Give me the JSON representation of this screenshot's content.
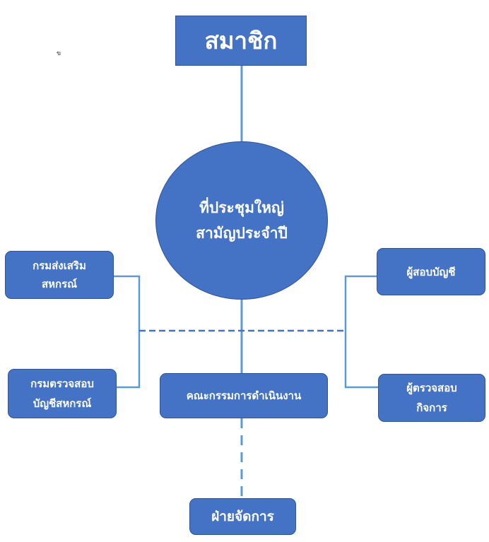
{
  "colors": {
    "node_fill": "#4472C4",
    "node_border": "#2F5597",
    "connector": "#5B9BD5",
    "dashed_connector": "#4472C4",
    "text": "#FFFFFF"
  },
  "stray_mark": "ข",
  "nodes": {
    "members": "สมาชิก",
    "general_meeting": "ที่ประชุมใหญ่\nสามัญประจำปี",
    "promotion_dept": "กรมส่งเสริม\nสหกรณ์",
    "audit_dept": "กรมตรวจสอบ\nบัญชีสหกรณ์",
    "auditor": "ผู้สอบบัญชี",
    "business_inspector": "ผู้ตรวจสอบ\nกิจการ",
    "committee": "คณะกรรมการดำเนินงาน",
    "management": "ฝ่ายจัดการ"
  }
}
